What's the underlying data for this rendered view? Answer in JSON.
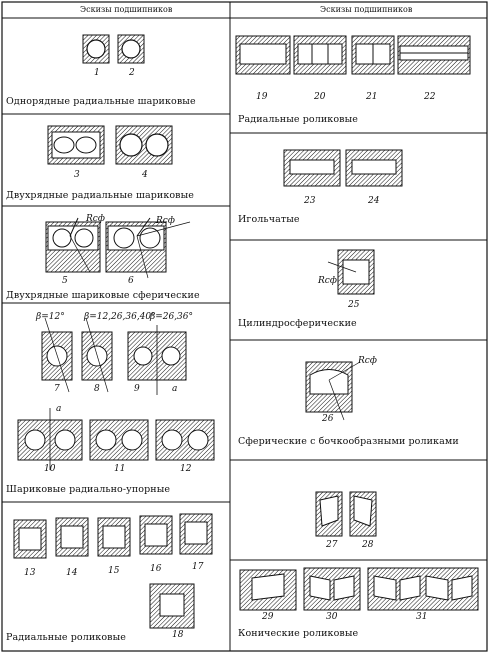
{
  "headers": {
    "left": "Эскизы подшипников",
    "right": "Эскизы подшипников"
  },
  "sections": {
    "s1": "Однорядные радиальные шариковые",
    "s2": "Двухрядные радиальные шариковые",
    "s3": "Двухрядные шариковые сферические",
    "s4": "Шариковые радиально-упорные",
    "s5": "Радиальные роликовые",
    "s6": "Радиальные роликовые",
    "s7": "Игольчатые",
    "s8": "Цилиндросферические",
    "s9": "Сферические с бочкообразными роликами",
    "s10": "Конические роликовые"
  },
  "annotations": {
    "rsf": "Rсф",
    "beta1": "β=12°",
    "beta2": "β=12,26,36,40°",
    "beta3": "β=26,36°",
    "a": "a"
  },
  "numbers": {
    "n1": "1",
    "n2": "2",
    "n3": "3",
    "n4": "4",
    "n5": "5",
    "n6": "6",
    "n7": "7",
    "n8": "8",
    "n9": "9",
    "n10": "10",
    "n11": "11",
    "n12": "12",
    "n13": "13",
    "n14": "14",
    "n15": "15",
    "n16": "16",
    "n17": "17",
    "n18": "18",
    "n19": "19",
    "n20": "20",
    "n21": "21",
    "n22": "22",
    "n23": "23",
    "n24": "24",
    "n25": "25",
    "n26": "26",
    "n27": "27",
    "n28": "28",
    "n29": "29",
    "n30": "30",
    "n31": "31"
  }
}
